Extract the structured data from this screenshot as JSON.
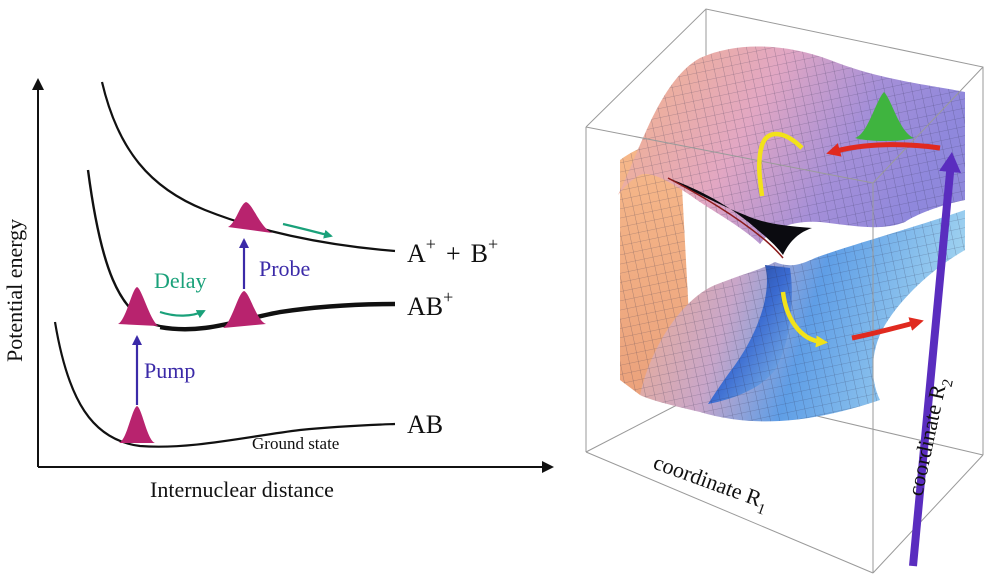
{
  "left_diagram": {
    "y_axis_label": "Potential energy",
    "x_axis_label": "Internuclear distance",
    "curve_labels": {
      "ion_pair": "A",
      "ion_pair_sup1": "+",
      "ion_pair_plus": "+",
      "ion_pair_b": "B",
      "ion_pair_sup2": "+",
      "cation": "AB",
      "cation_sup": "+",
      "ground": "AB"
    },
    "ground_state_label": "Ground state",
    "pump_label": "Pump",
    "probe_label": "Probe",
    "delay_label": "Delay",
    "colors": {
      "curve": "#111111",
      "wavepacket": "#b8236e",
      "arrow": "#3b2aa8",
      "delay": "#1aa17a"
    }
  },
  "right_diagram": {
    "axis_label_r1": "coordinate R",
    "axis_label_r1_sub": "1",
    "axis_label_r2": "coordinate R",
    "axis_label_r2_sub": "2",
    "colors": {
      "surface_warm": "#f2b38a",
      "surface_cool": "#7ab8e8",
      "surface_violet": "#9a8ad8",
      "arrow_red": "#e02a1f",
      "arrow_yellow": "#f2e21a",
      "arrow_purple": "#5a2dbf",
      "wavepacket": "#3fb43f"
    }
  }
}
